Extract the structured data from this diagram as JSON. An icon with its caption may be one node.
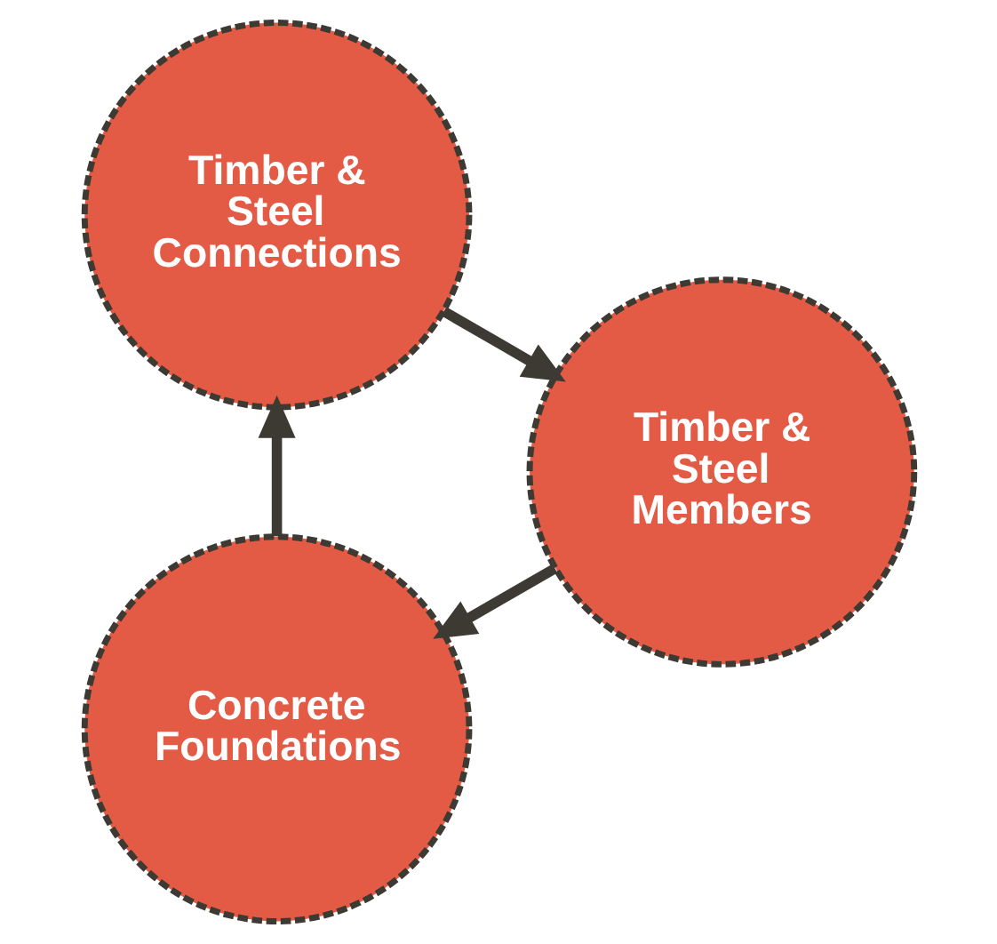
{
  "diagram": {
    "nodes": [
      {
        "text": [
          "Concrete Foundations"
        ]
      },
      {
        "text": [
          "Timber & Steel Members"
        ]
      },
      {
        "text": [
          "Timber & Steel Connections"
        ]
      }
    ],
    "edges": [
      {
        "from": 1,
        "to": 0,
        "arrow": "to"
      },
      {
        "from": 0,
        "to": 2,
        "arrow": "to"
      },
      {
        "from": 2,
        "to": 1,
        "arrow": "to"
      }
    ]
  }
}
